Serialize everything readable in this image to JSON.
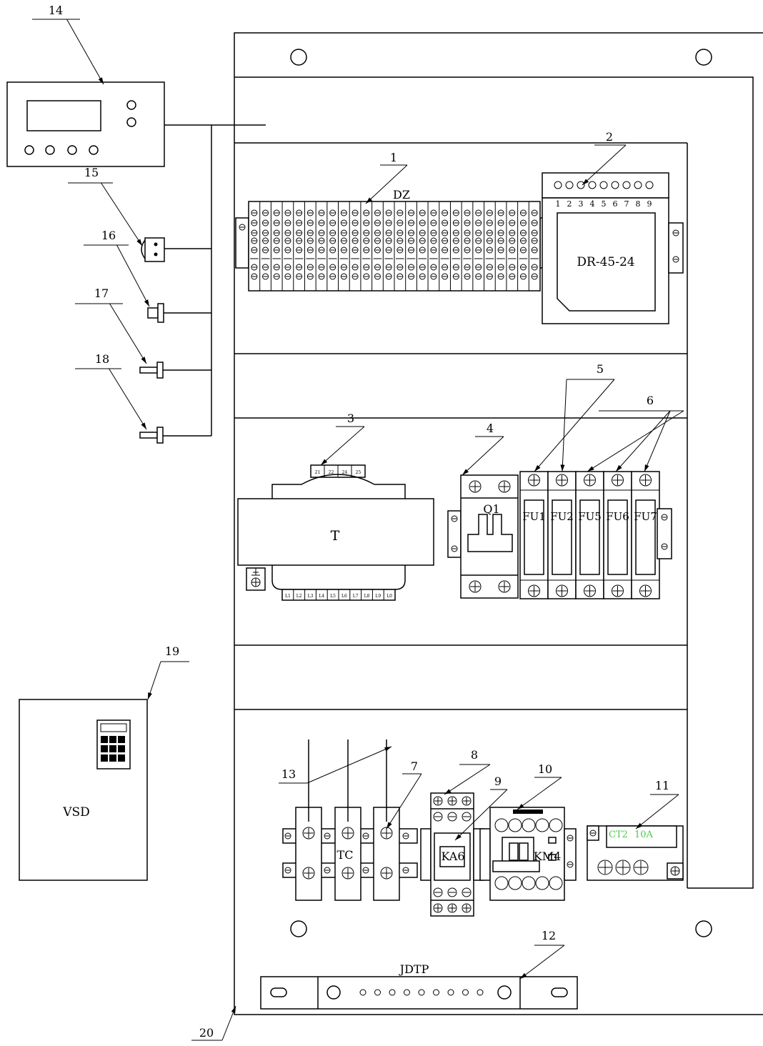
{
  "callouts": [
    "1",
    "2",
    "3",
    "4",
    "5",
    "6",
    "7",
    "8",
    "9",
    "10",
    "11",
    "12",
    "13",
    "14",
    "15",
    "16",
    "17",
    "18",
    "19",
    "20"
  ],
  "labels": {
    "dz": "DZ",
    "psu": "DR-45-24",
    "psu_terminals": [
      "1",
      "2",
      "3",
      "4",
      "5",
      "6",
      "7",
      "8",
      "9"
    ],
    "transformer": "T",
    "transformer_top_terms": [
      "21",
      "22",
      "24",
      "25"
    ],
    "transformer_bottom_terms": [
      "L1",
      "L2",
      "L3",
      "L4",
      "L5",
      "L6",
      "L7",
      "L8",
      "L9",
      "L0"
    ],
    "breaker": "Q1",
    "fuses": [
      "FU1",
      "FU2",
      "FU5",
      "FU6",
      "FU7"
    ],
    "tc": "TC",
    "relay": "KA6",
    "contactor": "KM4",
    "ct_a": "CT2",
    "ct_b": "10A",
    "jdtp": "JDTP",
    "vsd": "VSD"
  },
  "colors": {
    "ct_text": "#4ccc4c",
    "line": "#000000"
  }
}
